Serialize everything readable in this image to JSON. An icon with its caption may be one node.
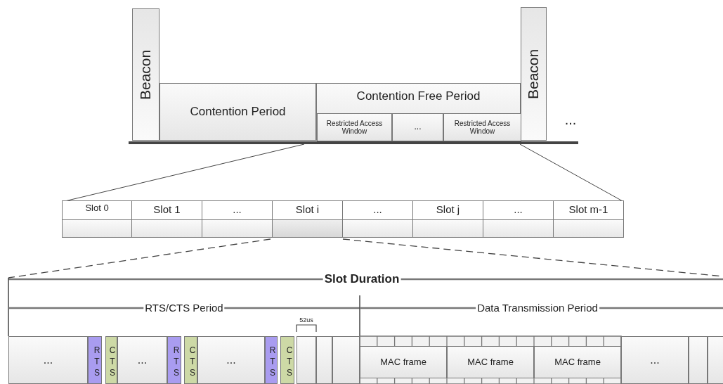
{
  "diagram": {
    "nodes": [
      {
        "text": [
          "Beacon"
        ]
      },
      {
        "text": [
          "Contention Period"
        ]
      },
      {
        "text": [
          "Contention Free Period"
        ]
      },
      {
        "text": [
          "Restricted Access Window"
        ],
        "in": 2
      },
      {
        "text": [
          "..."
        ],
        "in": 2
      },
      {
        "text": [
          "Restricted Access Window"
        ],
        "in": 2
      },
      {
        "text": [
          "Beacon"
        ]
      },
      {
        "text": [
          "Slot 0"
        ]
      },
      {
        "text": [
          "Slot 1"
        ]
      },
      {
        "text": [
          "..."
        ]
      },
      {
        "text": [
          "Slot i"
        ]
      },
      {
        "text": [
          "..."
        ]
      },
      {
        "text": [
          "Slot j"
        ]
      },
      {
        "text": [
          "..."
        ]
      },
      {
        "text": [
          "Slot m-1"
        ]
      },
      {
        "text": [
          "..."
        ]
      },
      {
        "text": [
          "RTS"
        ]
      },
      {
        "text": [
          "CTS"
        ]
      },
      {
        "text": [
          "..."
        ]
      },
      {
        "text": [
          "RTS"
        ]
      },
      {
        "text": [
          "CTS"
        ]
      },
      {
        "text": [
          "..."
        ]
      },
      {
        "text": [
          "RTS"
        ]
      },
      {
        "text": [
          "CTS"
        ]
      },
      {
        "text": [],
        "shape": "box"
      },
      {
        "text": [],
        "shape": "box"
      },
      {
        "text": [],
        "shape": "box"
      },
      {
        "text": [
          "MAC frame"
        ]
      },
      {
        "text": [
          "MAC frame"
        ]
      },
      {
        "text": [
          "MAC frame"
        ]
      },
      {
        "text": [
          "..."
        ]
      },
      {
        "text": [],
        "shape": "box"
      },
      {
        "text": [],
        "shape": "box"
      }
    ],
    "labels": [
      "...",
      "Slot Duration",
      "RTS/CTS Period",
      "52us",
      "Data Transmission Period"
    ]
  }
}
